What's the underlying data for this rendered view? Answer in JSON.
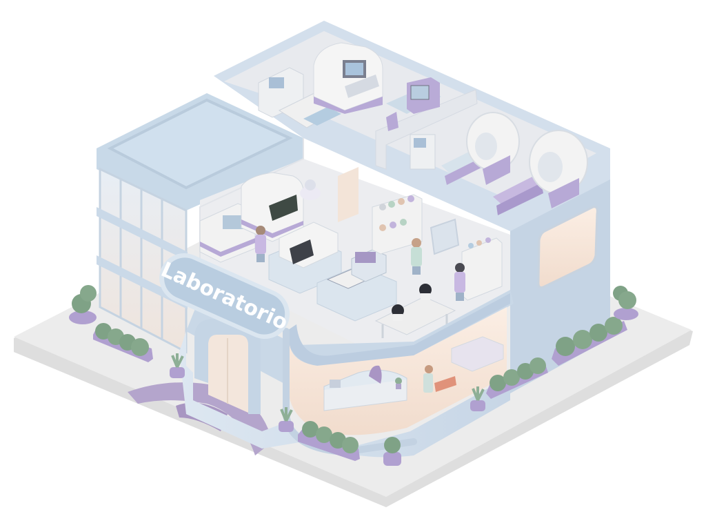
{
  "scene": {
    "description": "Isometric 3D illustration of a laboratory building in pastel colors, cut away to reveal interior rooms",
    "sign": {
      "text": "Laboratorio"
    },
    "colors": {
      "background": "#ffffff",
      "base_plate": "#ececec",
      "base_edge": "#dcdcdc",
      "wall_blue": "#d3dfec",
      "wall_blue_dark": "#b8cadc",
      "roof_blue": "#c9dbea",
      "floor": "#eeeef0",
      "interior_wall": "#e6e8ec",
      "lavender": "#b7a9d6",
      "lavender_dark": "#9d8ec4",
      "plant_green": "#7fa286",
      "warm_glow": "#f6e6da",
      "machine_white": "#f4f4f4",
      "screen_blue": "#a9bfd6"
    },
    "rooms": [
      {
        "name": "imaging-room",
        "items": [
          "MRI scanner",
          "MRI scanner"
        ]
      },
      {
        "name": "analyzer-room",
        "items": [
          "plate reader",
          "analyzer with keypad",
          "computer terminal",
          "chair"
        ]
      },
      {
        "name": "main-lab",
        "items": [
          "automated analyzers",
          "centrifuge",
          "shelves with jars",
          "microscopes",
          "sample racks",
          "lab technicians"
        ]
      },
      {
        "name": "reception",
        "items": [
          "reception desk",
          "chair",
          "potted plant",
          "staff member"
        ]
      }
    ],
    "exterior": {
      "planters": 5,
      "potted_plants": 4,
      "walkway": "curved lavender path to entrance"
    }
  }
}
